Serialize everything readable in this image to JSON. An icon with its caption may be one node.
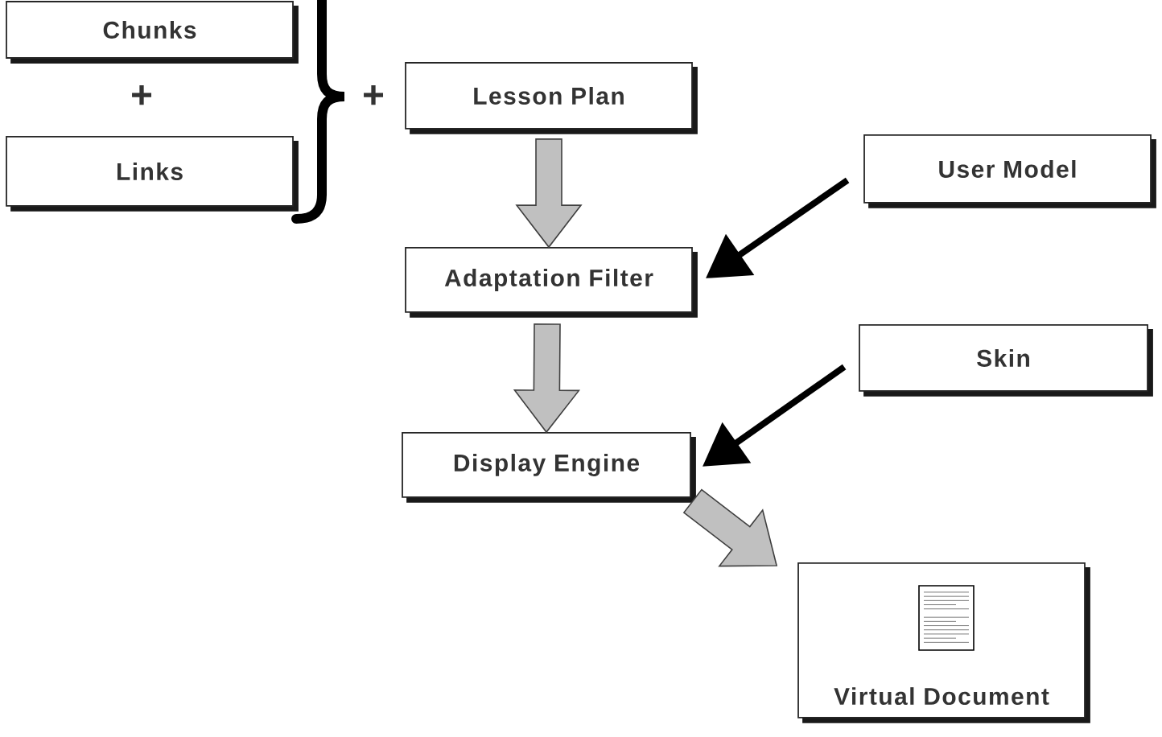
{
  "diagram": {
    "nodes": [
      {
        "text": [
          "Chunks"
        ]
      },
      {
        "text": [
          "Links"
        ]
      },
      {
        "text": [
          "Lesson Plan"
        ]
      },
      {
        "text": [
          "User Model"
        ]
      },
      {
        "text": [
          "Adaptation Filter"
        ]
      },
      {
        "text": [
          "Skin"
        ]
      },
      {
        "text": [
          "Display Engine"
        ]
      },
      {
        "text": [
          "Virtual Document"
        ]
      }
    ],
    "edges": [
      {
        "from": 2,
        "to": 4,
        "arrow": "to"
      },
      {
        "from": 4,
        "to": 6,
        "arrow": "to"
      },
      {
        "from": 3,
        "to": 4,
        "arrow": "to",
        "color": "#000000"
      },
      {
        "from": 5,
        "to": 6,
        "arrow": "to",
        "color": "#000000"
      },
      {
        "from": 6,
        "to": 7,
        "arrow": "to"
      }
    ],
    "labels": [
      "+",
      "+"
    ]
  }
}
